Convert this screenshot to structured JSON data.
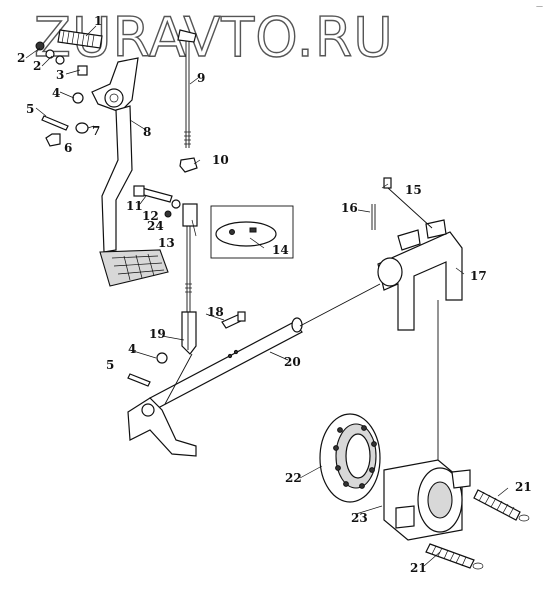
{
  "watermark": "ZURAVTO.RU",
  "corner_mark": "—",
  "callouts": [
    "1",
    "2",
    "2",
    "3",
    "4",
    "5",
    "6",
    "7",
    "8",
    "9",
    "10",
    "11",
    "12",
    "24",
    "13",
    "14",
    "15",
    "16",
    "17",
    "18",
    "19",
    "4",
    "5",
    "20",
    "22",
    "21",
    "23",
    "21"
  ],
  "colors": {
    "line": "#111111",
    "watermark": "#555555",
    "background": "#ffffff"
  }
}
